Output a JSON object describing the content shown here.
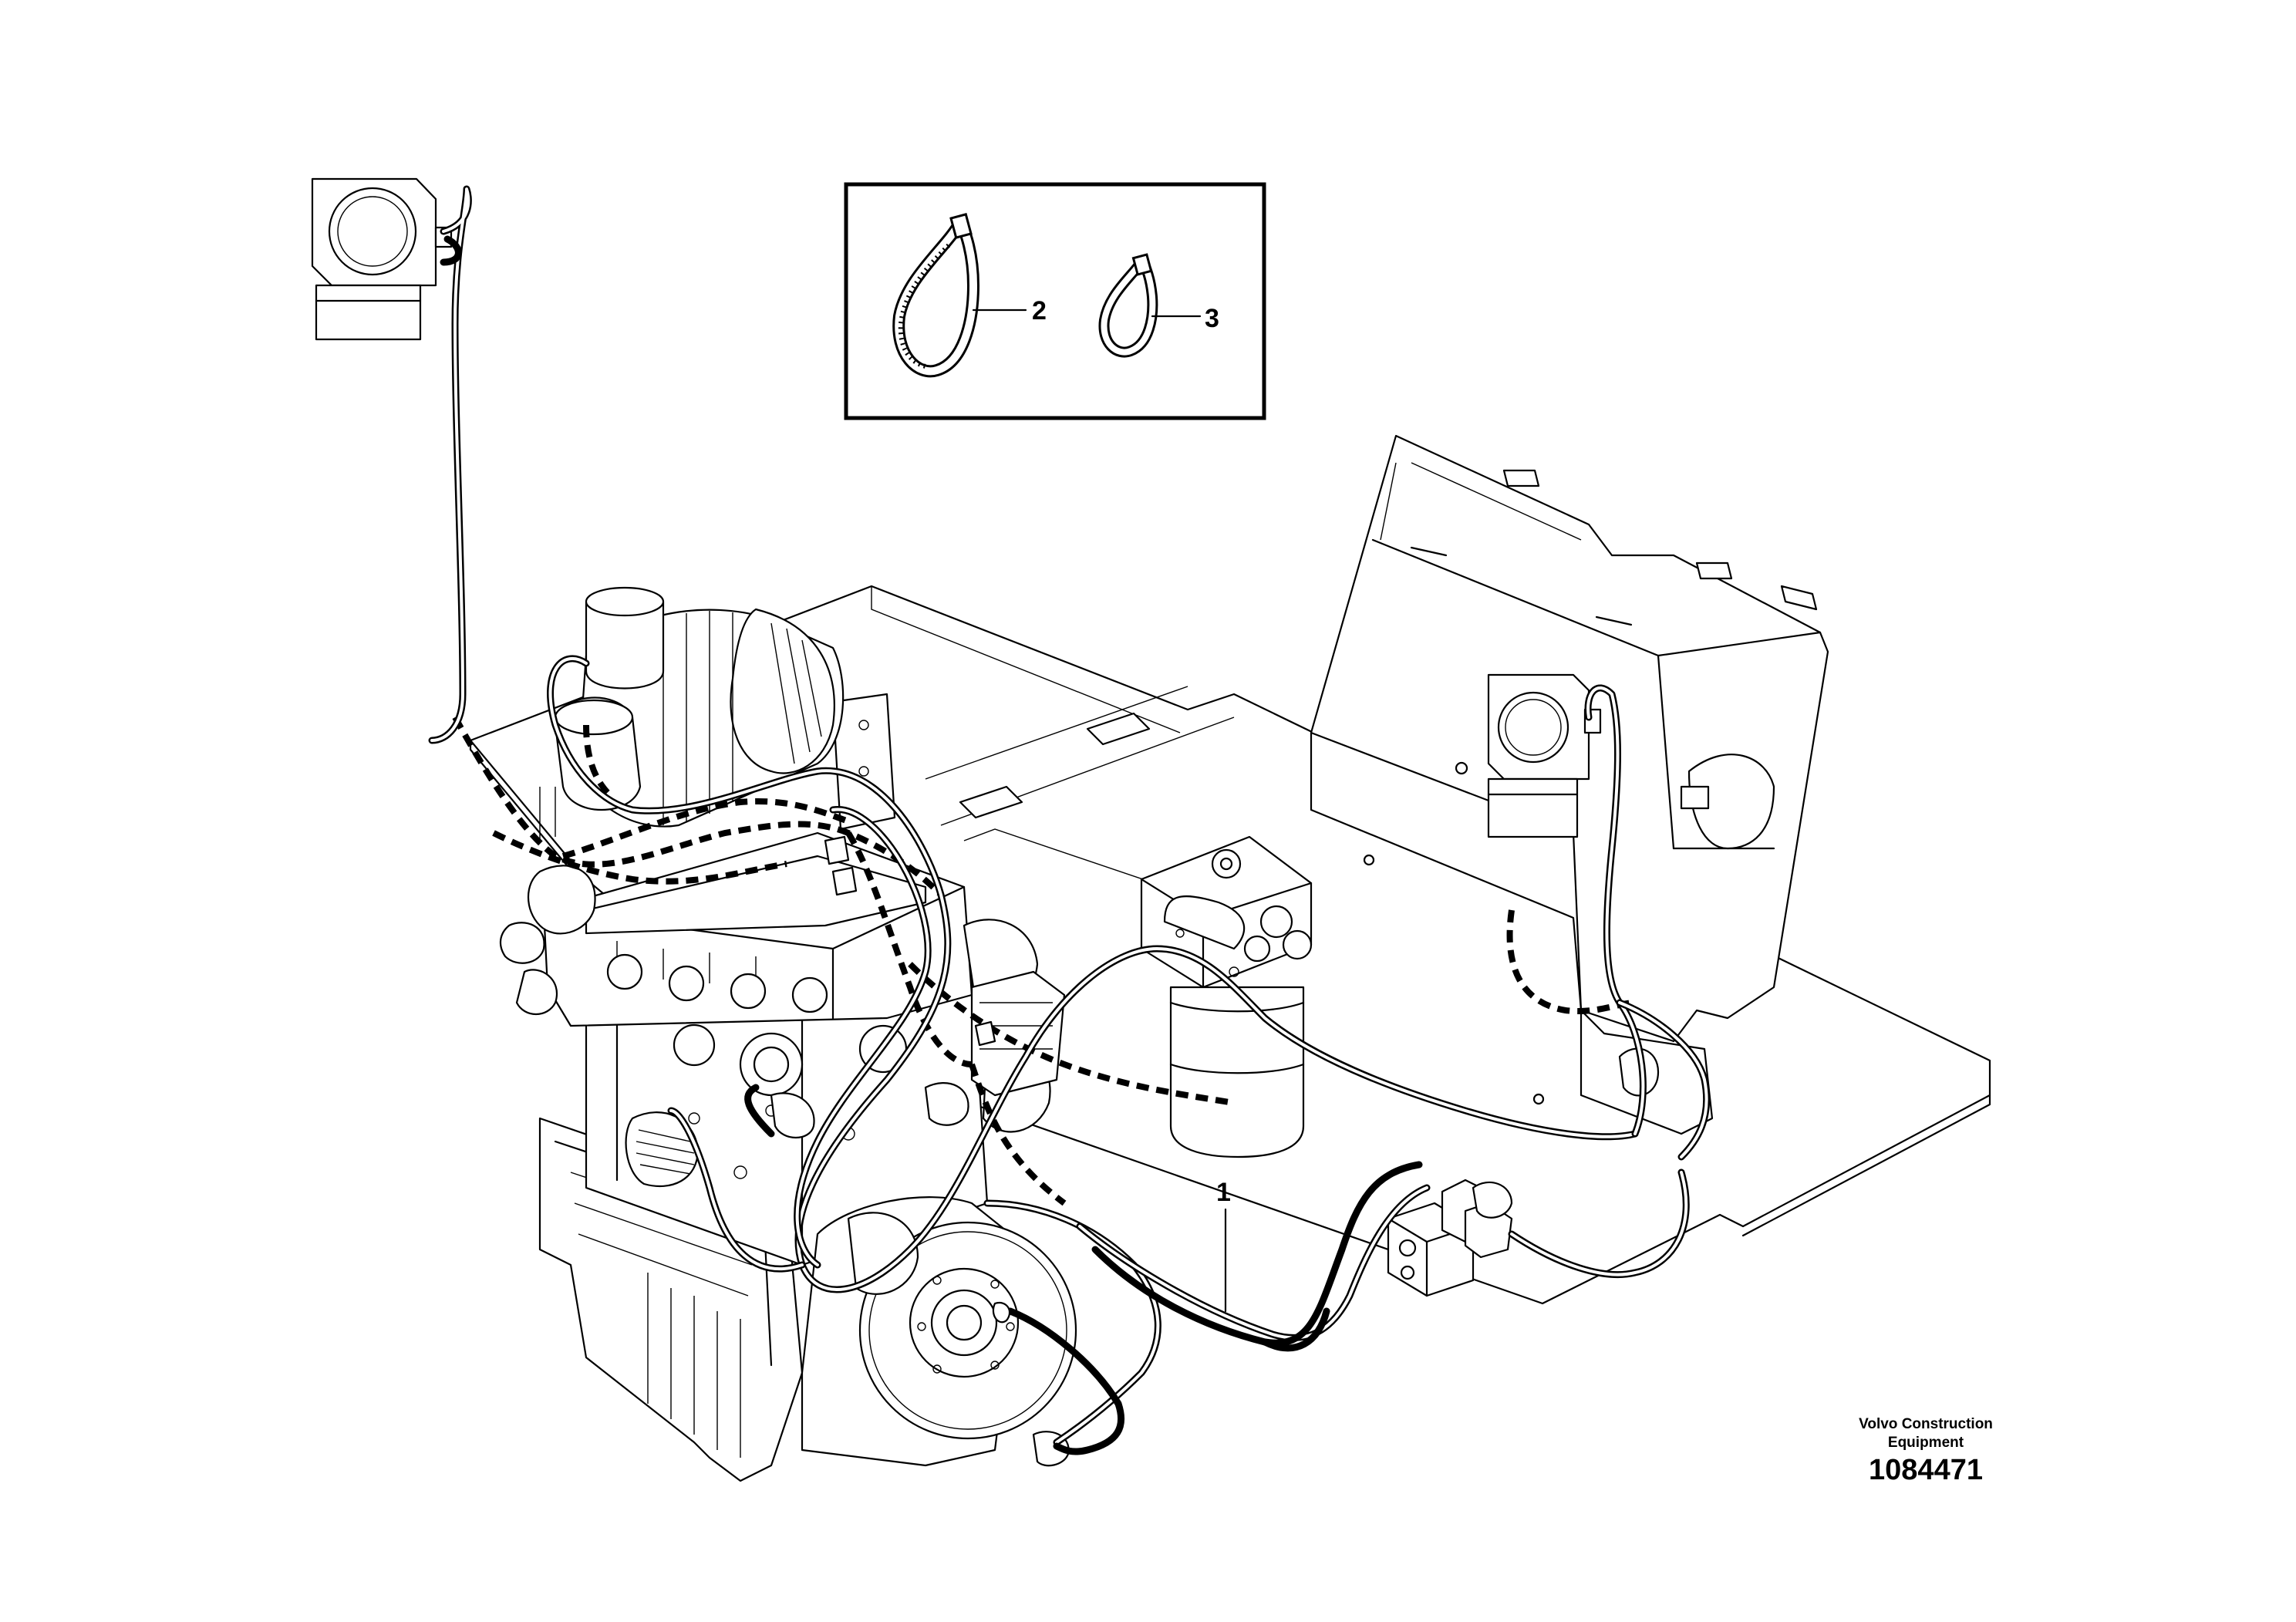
{
  "drawing": {
    "callouts": [
      {
        "id": "1",
        "text": "1"
      },
      {
        "id": "2",
        "text": "2"
      },
      {
        "id": "3",
        "text": "3"
      }
    ],
    "manufacturer_line1": "Volvo Construction",
    "manufacturer_line2": "Equipment",
    "drawing_number": "1084471"
  },
  "colors": {
    "line": "#000000",
    "background": "#ffffff"
  },
  "icons": [
    "cable-tie-large-icon",
    "cable-tie-small-icon",
    "work-lamp-icon"
  ]
}
